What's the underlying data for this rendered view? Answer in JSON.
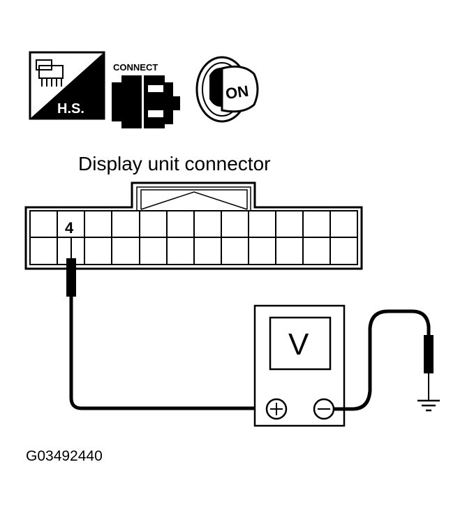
{
  "icons": {
    "harness_side_label": "H.S.",
    "connect_label": "CONNECT",
    "ignition_label": "ON"
  },
  "connector": {
    "title": "Display unit connector",
    "pin_label": "4"
  },
  "voltmeter": {
    "symbol": "V"
  },
  "figure_code": "G03492440"
}
